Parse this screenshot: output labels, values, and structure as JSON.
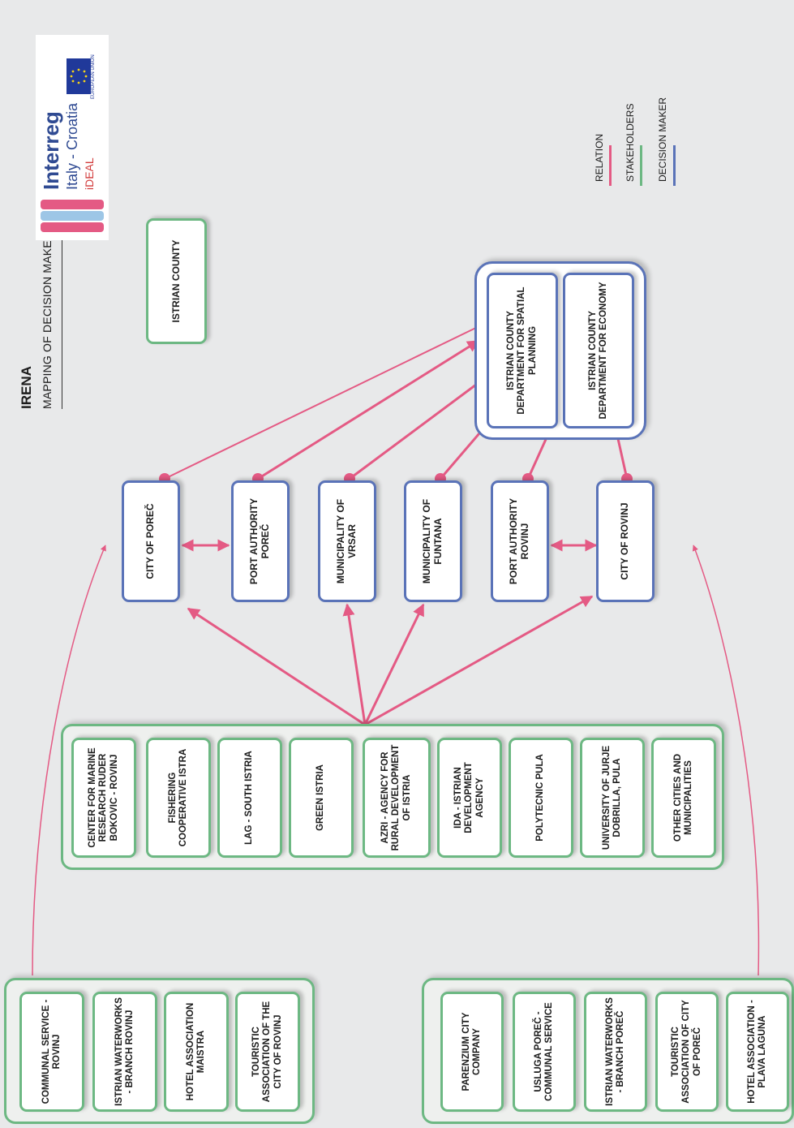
{
  "title": "IRENA",
  "subtitle": "MAPPING OF DECISION MAKERS AND STAKEHOLDERS",
  "legend": [
    {
      "label": "DECISION MAKER",
      "color": "#5a73b8"
    },
    {
      "label": "STAKEHOLDERS",
      "color": "#6db883"
    },
    {
      "label": "RELATION",
      "color": "#e45a84"
    }
  ],
  "logo": {
    "name": "Interreg",
    "region": "Italy - Croatia",
    "project": "iDEAL",
    "eu_label": "EUROPEAN UNION"
  },
  "istrian_county_group": {
    "economy": "ISTRIAN COUNTY Department for economy",
    "planning": "ISTRIAN COUNTY Department for Spatial Planning"
  },
  "istrian_county": "ISTRIAN COUNTY",
  "decision_makers": {
    "rovinj": "CITY OF ROVINJ",
    "port_rovinj": "PORT AUTHORITY ROVINJ",
    "funtana": "MUNICIPALITY OF FUNTANA",
    "vrsar": "MUNICIPALITY OF VRSAR",
    "port_porec": "PORT AUTHORITY POREČ",
    "porec": "CITY OF POREČ"
  },
  "stakeholders": [
    "OTHER CITIES AND MUNICIPALITIES",
    "UNIVERSITY OF JURJE DOBRILLA, PULA",
    "POLYTECNIC PULA",
    "IDA - ISTRIAN DEVELOPMENT AGENCY",
    "AZRI - AGENCY FOR RURAL DEVELOPMENT OF ISTRIA",
    "GREEN ISTRIA",
    "LAG - SOUTH ISTRIA",
    "FISHERING COOPERATIVE ISTRA",
    "CENTER FOR MARINE RESEARCH RUDER BOKOVIC - ROVINJ"
  ],
  "porec_stakeholders": [
    "HOTEL ASSOCIATION - PLAVA LAGUNA",
    "TOURISTIC ASSOCIATION OF CITY OF POREČ",
    "ISTRIAN WATERWORKS - BRANCH POREČ",
    "USLUGA POREČ - COMMUNAL SERVICE",
    "PARENZIUM CITY COMPANY"
  ],
  "rovinj_stakeholders": [
    "TOURISTIC ASSOCIATION OF THE CITY OF ROVINJ",
    "HOTEL ASSOCIATION MAISTRA",
    "ISTRIAN WATERWORKS - BRANCH ROVINJ",
    "COMMUNAL SERVICE - ROVINJ"
  ]
}
